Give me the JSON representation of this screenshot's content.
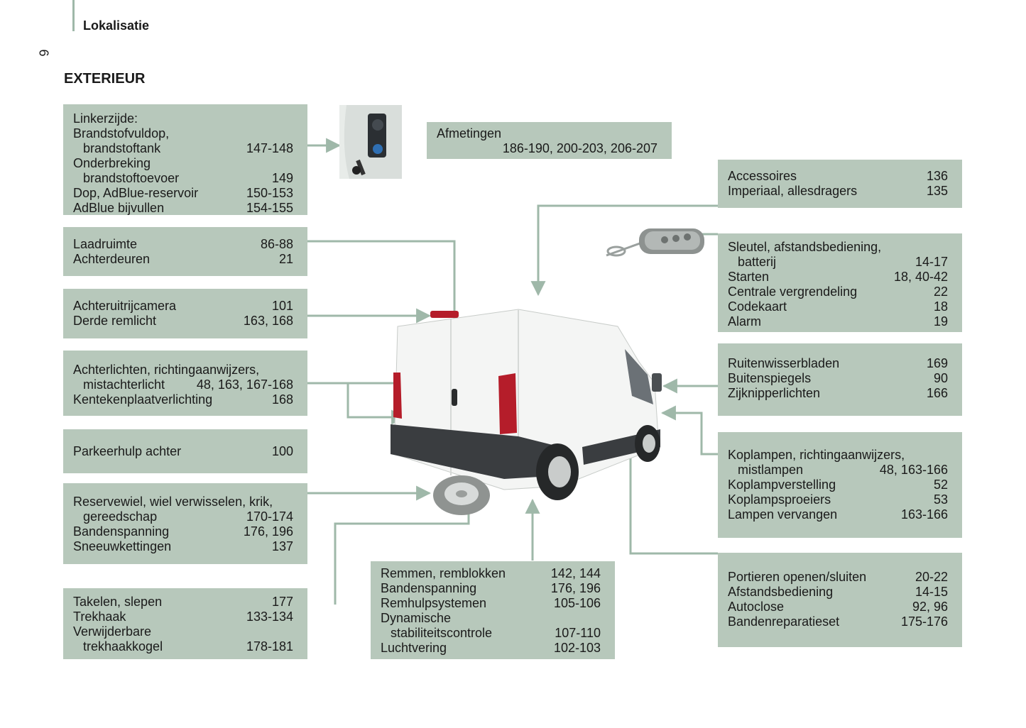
{
  "header": {
    "section": "Lokalisatie",
    "page_number": "6"
  },
  "title": "EXTERIEUR",
  "boxes": {
    "linkerzijde": [
      {
        "label": "Linkerzijde:",
        "page": ""
      },
      {
        "label": "Brandstofvuldop,",
        "page": ""
      },
      {
        "label": "brandstoftank",
        "page": "147-148"
      },
      {
        "label": "Onderbreking",
        "page": ""
      },
      {
        "label": "brandstoftoevoer",
        "page": "149"
      },
      {
        "label": "Dop, AdBlue-reservoir",
        "page": "150-153"
      },
      {
        "label": "AdBlue bijvullen",
        "page": "154-155"
      }
    ],
    "laadruimte": [
      {
        "label": "Laadruimte",
        "page": "86-88"
      },
      {
        "label": "Achterdeuren",
        "page": "21"
      }
    ],
    "camera": [
      {
        "label": "Achteruitrijcamera",
        "page": "101"
      },
      {
        "label": "Derde remlicht",
        "page": "163, 168"
      }
    ],
    "achterlichten": [
      {
        "label": "Achterlichten, richtingaanwijzers,",
        "page": ""
      },
      {
        "label": "mistachterlicht",
        "page": "48, 163, 167-168"
      },
      {
        "label": "Kentekenplaatverlichting",
        "page": "168"
      }
    ],
    "parkeerhulp": [
      {
        "label": "Parkeerhulp achter",
        "page": "100"
      }
    ],
    "reservewiel": [
      {
        "label": "Reservewiel, wiel verwisselen, krik,",
        "page": ""
      },
      {
        "label": "gereedschap",
        "page": "170-174"
      },
      {
        "label": "Bandenspanning",
        "page": "176, 196"
      },
      {
        "label": "Sneeuwkettingen",
        "page": "137"
      }
    ],
    "takelen": [
      {
        "label": "Takelen, slepen",
        "page": "177"
      },
      {
        "label": "Trekhaak",
        "page": "133-134"
      },
      {
        "label": "Verwijderbare",
        "page": ""
      },
      {
        "label": "trekhaakkogel",
        "page": "178-181"
      }
    ],
    "afmetingen": [
      {
        "label": "Afmetingen",
        "page": ""
      },
      {
        "label": "",
        "page": "186-190, 200-203, 206-207"
      }
    ],
    "remmen": [
      {
        "label": "Remmen, remblokken",
        "page": "142, 144"
      },
      {
        "label": "Bandenspanning",
        "page": "176, 196"
      },
      {
        "label": "Remhulpsystemen",
        "page": "105-106"
      },
      {
        "label": "Dynamische",
        "page": ""
      },
      {
        "label": "stabiliteitscontrole",
        "page": "107-110"
      },
      {
        "label": "Luchtvering",
        "page": "102-103"
      }
    ],
    "accessoires": [
      {
        "label": "Accessoires",
        "page": "136"
      },
      {
        "label": "Imperiaal, allesdragers",
        "page": "135"
      }
    ],
    "sleutel": [
      {
        "label": "Sleutel, afstandsbediening,",
        "page": ""
      },
      {
        "label": "batterij",
        "page": "14-17"
      },
      {
        "label": "Starten",
        "page": "18, 40-42"
      },
      {
        "label": "Centrale vergrendeling",
        "page": "22"
      },
      {
        "label": "Codekaart",
        "page": "18"
      },
      {
        "label": "Alarm",
        "page": "19"
      }
    ],
    "ruitenwisser": [
      {
        "label": "Ruitenwisserbladen",
        "page": "169"
      },
      {
        "label": "Buitenspiegels",
        "page": "90"
      },
      {
        "label": "Zijknipperlichten",
        "page": "166"
      }
    ],
    "koplampen": [
      {
        "label": "Koplampen, richtingaanwijzers,",
        "page": ""
      },
      {
        "label": "mistlampen",
        "page": "48, 163-166"
      },
      {
        "label": "Koplampverstelling",
        "page": "52"
      },
      {
        "label": "Koplampsproeiers",
        "page": "53"
      },
      {
        "label": "Lampen vervangen",
        "page": "163-166"
      }
    ],
    "portieren": [
      {
        "label": "Portieren openen/sluiten",
        "page": "20-22"
      },
      {
        "label": "Afstandsbediening",
        "page": "14-15"
      },
      {
        "label": "Autoclose",
        "page": "92, 96"
      },
      {
        "label": "Bandenreparatieset",
        "page": "175-176"
      }
    ]
  }
}
